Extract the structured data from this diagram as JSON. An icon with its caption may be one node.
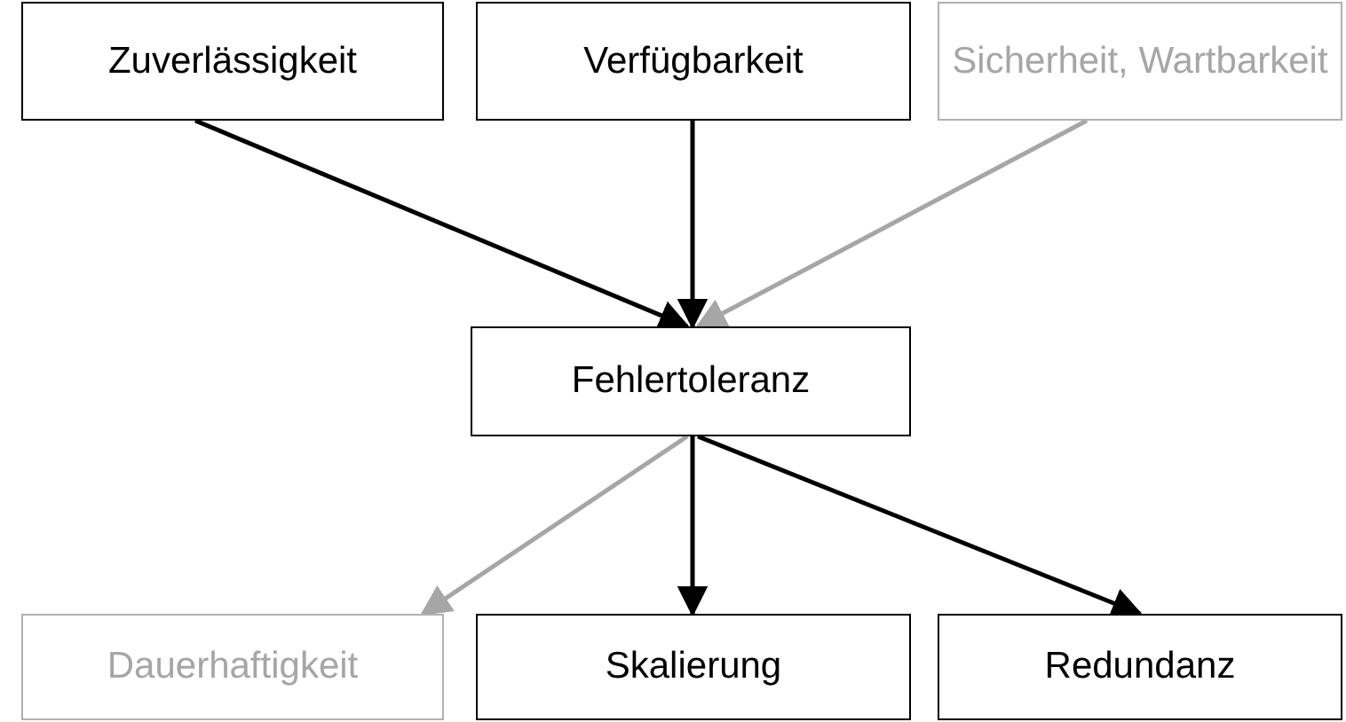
{
  "diagram": {
    "nodes": [
      {
        "text": [
          "Zuverlässigkeit"
        ]
      },
      {
        "text": [
          "Verfügbarkeit"
        ]
      },
      {
        "text": [
          "Sicherheit, Wartbarkeit"
        ]
      },
      {
        "text": [
          "Fehlertoleranz"
        ]
      },
      {
        "text": [
          "Dauerhaftigkeit"
        ]
      },
      {
        "text": [
          "Skalierung"
        ]
      },
      {
        "text": [
          "Redundanz"
        ]
      }
    ],
    "edges": [
      {
        "from": 0,
        "to": 3,
        "arrow": "to"
      },
      {
        "from": 1,
        "to": 3,
        "arrow": "to"
      },
      {
        "from": 2,
        "to": 3,
        "arrow": "to",
        "color": "#a6a6a6"
      },
      {
        "from": 3,
        "to": 4,
        "arrow": "to",
        "color": "#a6a6a6"
      },
      {
        "from": 3,
        "to": 5,
        "arrow": "to"
      },
      {
        "from": 3,
        "to": 6,
        "arrow": "to"
      }
    ]
  }
}
